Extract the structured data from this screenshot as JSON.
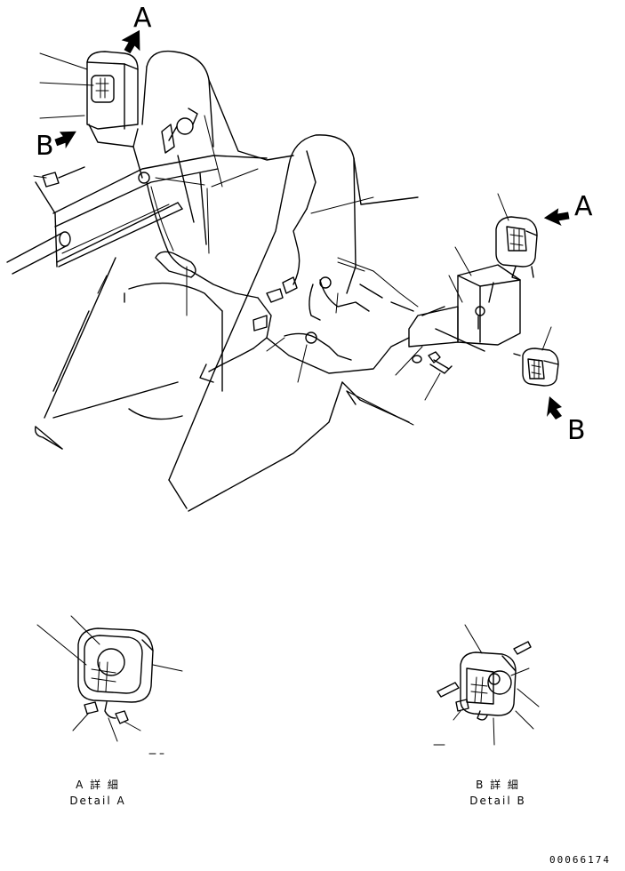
{
  "view_labels": {
    "a_top": "A",
    "b_top": "B",
    "a_right": "A",
    "b_right": "B"
  },
  "detail_a": {
    "title_jp": "A 詳 細",
    "title_en": "Detail A"
  },
  "detail_b": {
    "title_jp": "B 詳 細",
    "title_en": "Detail B"
  },
  "drawing_code": "00066174"
}
